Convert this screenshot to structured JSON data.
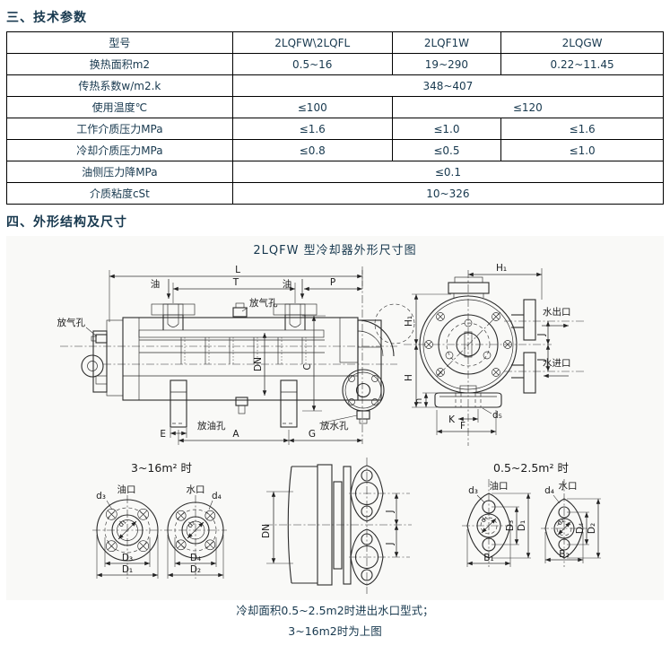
{
  "sections": {
    "s3": "三、技术参数",
    "s4": "四、外形结构及尺寸"
  },
  "table": {
    "rows": [
      {
        "label": "型号",
        "cells": [
          "2LQFW\\2LQFL",
          "2LQF1W",
          "2LQGW"
        ]
      },
      {
        "label": "换热面积m2",
        "cells": [
          "0.5~16",
          "19~290",
          "0.22~11.45"
        ]
      },
      {
        "label": "传热系数w/m2.k",
        "cells": [
          "348~407"
        ]
      },
      {
        "label": "使用温度℃",
        "cells": [
          "≤100",
          "≤120"
        ]
      },
      {
        "label": "工作介质压力MPa",
        "cells": [
          "≤1.6",
          "≤1.0",
          "≤1.6"
        ]
      },
      {
        "label": "冷却介质压力MPa",
        "cells": [
          "≤0.8",
          "≤0.5",
          "≤1.0"
        ]
      },
      {
        "label": "油侧压力降MPa",
        "cells": [
          "≤0.1"
        ]
      },
      {
        "label": "介质粘度cSt",
        "cells": [
          "10~326"
        ]
      }
    ]
  },
  "figure": {
    "caption": "2LQFW 型冷却器外形尺寸图",
    "notes": [
      "冷却面积0.5~2.5m2时进出水口型式；",
      "3~16m2时为上图"
    ],
    "labels": {
      "L": "L",
      "T": "T",
      "P": "P",
      "A": "A",
      "E": "E",
      "G": "G",
      "C": "C",
      "DN": "DN",
      "H1": "H₁",
      "H": "H",
      "h": "h",
      "K": "K",
      "F": "F",
      "J": "J",
      "d1": "d₁",
      "d2": "d₂",
      "d3": "d₃",
      "d4": "d₄",
      "d5": "d₅",
      "D1": "D₁",
      "D2": "D₂",
      "D3": "D₃",
      "D4": "D₄",
      "B1": "B₁",
      "B2": "B₂",
      "oil": "油",
      "vent": "放气孔",
      "oil_drain": "放油孔",
      "water_drain": "放水孔",
      "water_out": "水出口",
      "water_in": "水进口",
      "oil_port": "油口",
      "water_port": "水口",
      "range_large": "3~16m² 时",
      "range_small": "0.5~2.5m² 时"
    }
  },
  "colors": {
    "heading": "#17384e",
    "table_border": "#000000",
    "drawing_line": "#2b2b2b"
  }
}
